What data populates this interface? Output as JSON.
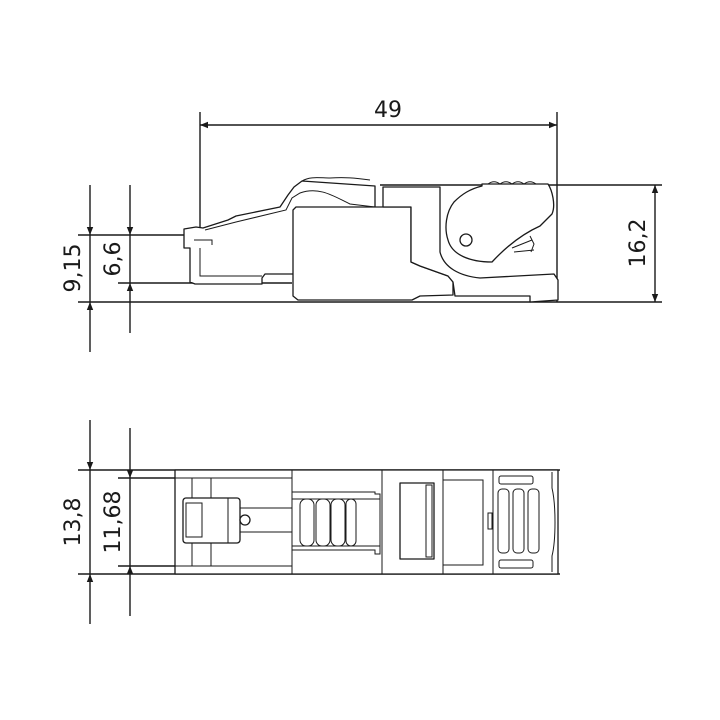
{
  "drawing": {
    "side_view": {
      "length": "49",
      "height_total": "16,2",
      "height_left": "9,15",
      "height_plug": "6,6"
    },
    "top_view": {
      "width_total": "13,8",
      "width_plug": "11,68"
    }
  },
  "colors": {
    "line": "#1a1a1a",
    "background": "#ffffff"
  }
}
